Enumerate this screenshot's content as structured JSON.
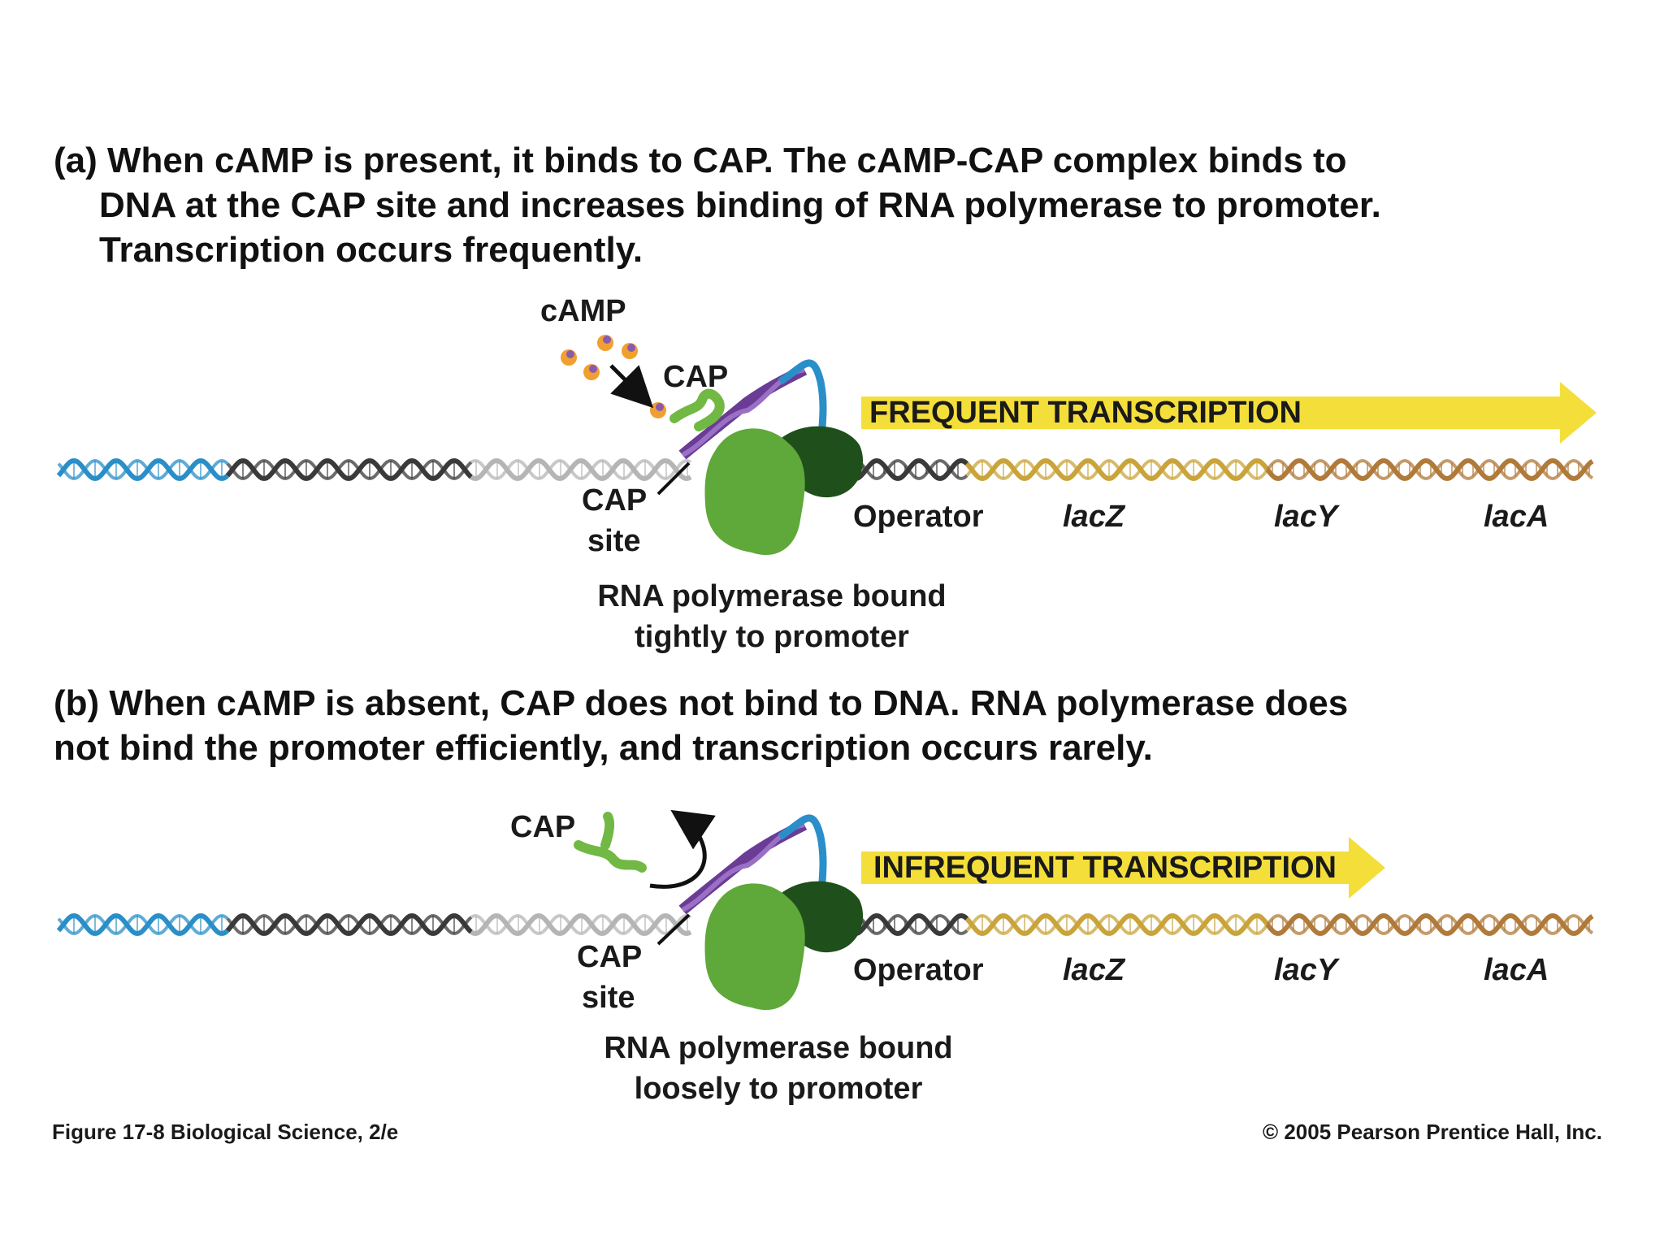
{
  "panel_a": {
    "label": "(a)",
    "caption_lines": [
      "When cAMP is present, it binds to CAP. The cAMP-CAP complex binds to",
      "DNA at the CAP site and increases binding of RNA polymerase to promoter.",
      "Transcription occurs frequently."
    ],
    "camp_label": "cAMP",
    "cap_label": "CAP",
    "arrow_text": "FREQUENT TRANSCRIPTION",
    "cap_site_line1": "CAP",
    "cap_site_line2": "site",
    "operator_label": "Operator",
    "genes": [
      "lacZ",
      "lacY",
      "lacA"
    ],
    "polymerase_line1": "RNA polymerase bound",
    "polymerase_line2": "tightly to promoter"
  },
  "panel_b": {
    "label": "(b)",
    "caption_lines": [
      "When cAMP is absent, CAP does not bind to DNA. RNA polymerase does",
      "not bind the promoter efficiently, and transcription occurs rarely."
    ],
    "cap_label": "CAP",
    "arrow_text": "INFREQUENT TRANSCRIPTION",
    "cap_site_line1": "CAP",
    "cap_site_line2": "site",
    "operator_label": "Operator",
    "genes": [
      "lacZ",
      "lacY",
      "lacA"
    ],
    "polymerase_line1": "RNA polymerase bound",
    "polymerase_line2": "loosely to promoter"
  },
  "footer": {
    "figure_label": "Figure 17-8  Biological Science, 2/e",
    "copyright": "© 2005 Pearson Prentice Hall, Inc."
  },
  "colors": {
    "dna_blue": "#2a8fc8",
    "dna_dark": "#3a3a3a",
    "dna_gray": "#b5b5b5",
    "dna_gold": "#c9a43a",
    "dna_brown": "#b07a3a",
    "polymerase_green": "#5fa83a",
    "polymerase_dark": "#1f4f1a",
    "cap_green": "#72b844",
    "promoter_purple": "#6a3c96",
    "arrow_yellow": "#f4de3a",
    "camp_orange": "#f0a030",
    "camp_purple": "#8a5ab0"
  }
}
